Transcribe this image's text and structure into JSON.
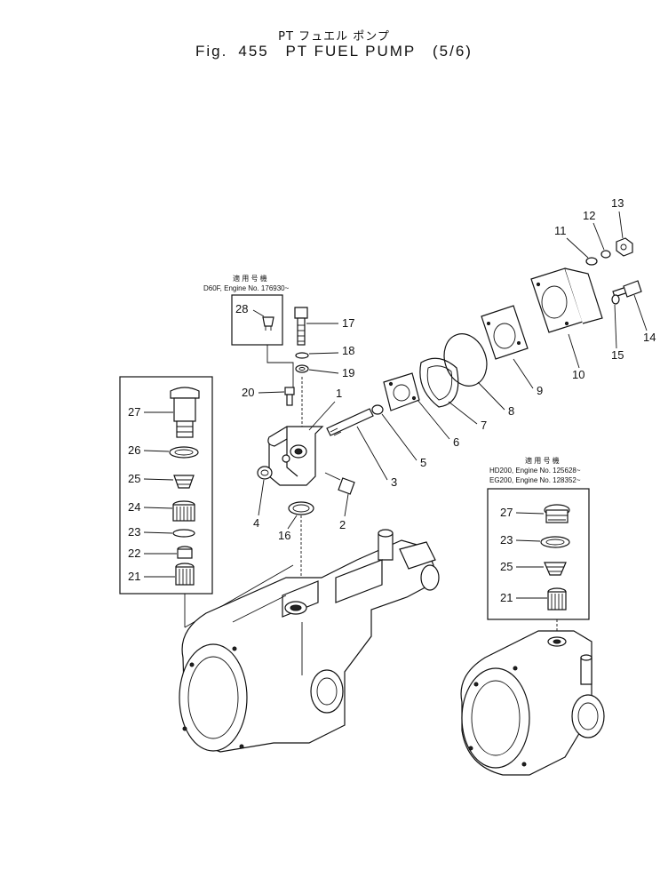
{
  "header": {
    "title_jp": "PT フュエル ポンプ",
    "fig_label": "Fig.",
    "fig_number": "455",
    "title": "PT FUEL PUMP",
    "sheet": "(5/6)"
  },
  "notes": {
    "left_box_title": "適 用 号 機",
    "left_box_line": "D60F, Engine No. 176930~",
    "right_box_title": "適 用 号 機",
    "right_box_line1": "HD200, Engine No. 125628~",
    "right_box_line2": "EG200, Engine No. 128352~"
  },
  "callouts": {
    "p1": "1",
    "p2": "2",
    "p3": "3",
    "p4": "4",
    "p5": "5",
    "p6": "6",
    "p7": "7",
    "p8": "8",
    "p9": "9",
    "p10": "10",
    "p11": "11",
    "p12": "12",
    "p13": "13",
    "p14": "14",
    "p15": "15",
    "p16": "16",
    "p17": "17",
    "p18": "18",
    "p19": "19",
    "p20": "20",
    "p28": "28",
    "l27": "27",
    "l26": "26",
    "l25": "25",
    "l24": "24",
    "l23": "23",
    "l22": "22",
    "l21": "21",
    "r27": "27",
    "r23": "23",
    "r25": "25",
    "r21": "21"
  }
}
